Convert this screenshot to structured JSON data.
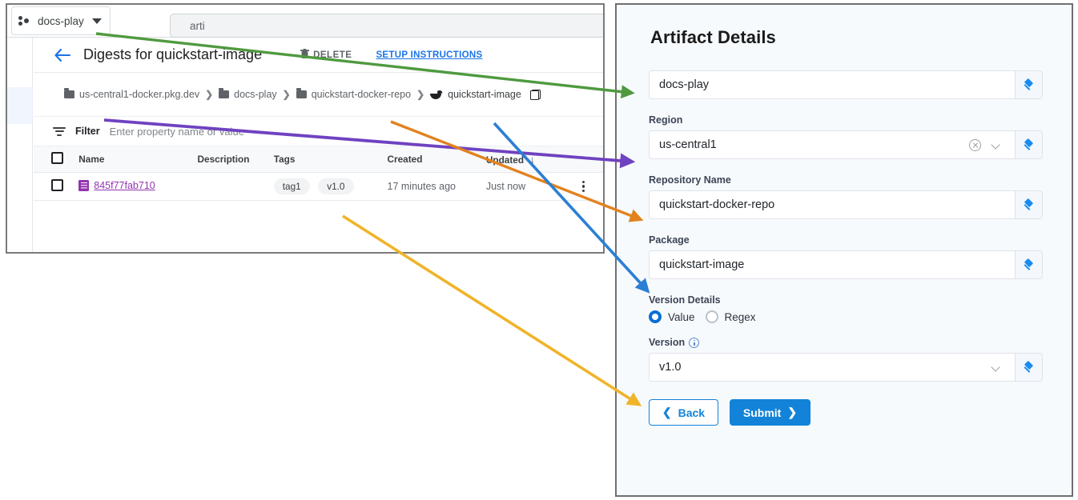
{
  "console": {
    "project_selector": {
      "label": "docs-play",
      "icon": "project-icon"
    },
    "search": {
      "value": "arti"
    },
    "page_title": "Digests for quickstart-image",
    "actions": {
      "delete": "DELETE",
      "setup": "SETUP INSTRUCTIONS"
    },
    "breadcrumb": [
      {
        "label": "us-central1-docker.pkg.dev",
        "icon": "folder-icon"
      },
      {
        "label": "docs-play",
        "icon": "folder-icon"
      },
      {
        "label": "quickstart-docker-repo",
        "icon": "folder-icon"
      },
      {
        "label": "quickstart-image",
        "icon": "docker-whale-icon"
      }
    ],
    "filter": {
      "label": "Filter",
      "placeholder": "Enter property name or value"
    },
    "table": {
      "headers": [
        "Name",
        "Description",
        "Tags",
        "Created",
        "Updated"
      ],
      "sort_column": "Updated",
      "sort_direction": "↓",
      "rows": [
        {
          "name": "845f77fab710",
          "description": "",
          "tags": [
            "tag1",
            "v1.0"
          ],
          "created": "17 minutes ago",
          "updated": "Just now"
        }
      ]
    }
  },
  "details": {
    "title": "Artifact Details",
    "fields": [
      {
        "label": "",
        "value": "docs-play",
        "has_clear": false,
        "has_chevron": false
      },
      {
        "label": "Region",
        "value": "us-central1",
        "has_clear": true,
        "has_chevron": true
      },
      {
        "label": "Repository Name",
        "value": "quickstart-docker-repo",
        "has_clear": false,
        "has_chevron": false
      },
      {
        "label": "Package",
        "value": "quickstart-image",
        "has_clear": false,
        "has_chevron": false
      }
    ],
    "version_details": {
      "label": "Version Details",
      "options": [
        "Value",
        "Regex"
      ],
      "selected": "Value"
    },
    "version": {
      "label": "Version",
      "value": "v1.0",
      "has_chevron": true
    },
    "buttons": {
      "back": "Back",
      "submit": "Submit"
    }
  },
  "annotations": {
    "arrows": [
      {
        "name": "project-to-name-field",
        "color": "#4f9a3f"
      },
      {
        "name": "registry-to-region-field",
        "color": "#6f42c1"
      },
      {
        "name": "repo-to-repository-field",
        "color": "#e2821f"
      },
      {
        "name": "image-to-package-field",
        "color": "#2b7fd4"
      },
      {
        "name": "tag-to-version-field",
        "color": "#f0b429"
      }
    ]
  },
  "colors": {
    "link": "#1a73e8",
    "accent_blue": "#1283d8",
    "digest_purple": "#9334b0",
    "panel_bg": "#f7fafd"
  }
}
